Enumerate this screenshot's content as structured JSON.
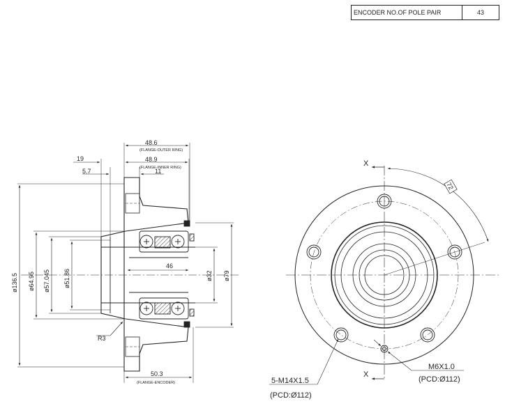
{
  "table": {
    "label": "ENCODER NO.OF POLE PAIR",
    "value": "43"
  },
  "side_view": {
    "dims_top": {
      "d486": "48.6",
      "flange_outer": "(FLANGE-OUTER RING)",
      "d19": "19",
      "d489": "48.9",
      "flange_inner": "(FLANGE-INNER RING)",
      "d57": "5.7",
      "d11": "11"
    },
    "dims_left": {
      "d1365": "ø136.5",
      "d6495": "ø64.95",
      "d57045": "ø57.045",
      "d5186": "ø51.86"
    },
    "dims_right": {
      "d46": "46",
      "d32": "ø32",
      "d79": "ø79"
    },
    "r3": "R3",
    "d503": "50.3",
    "flange_encoder": "(FLANGE-ENCODER)"
  },
  "front_view": {
    "x_top": "X",
    "x_bottom": "X",
    "angle": "72",
    "bolt_label": "5-M14X1.5",
    "bolt_pcd": "(PCD:Ø112)",
    "screw_label": "M6X1.0",
    "screw_pcd": "(PCD:Ø112)"
  },
  "colors": {
    "line": "#222222",
    "hatch": "#444444"
  }
}
